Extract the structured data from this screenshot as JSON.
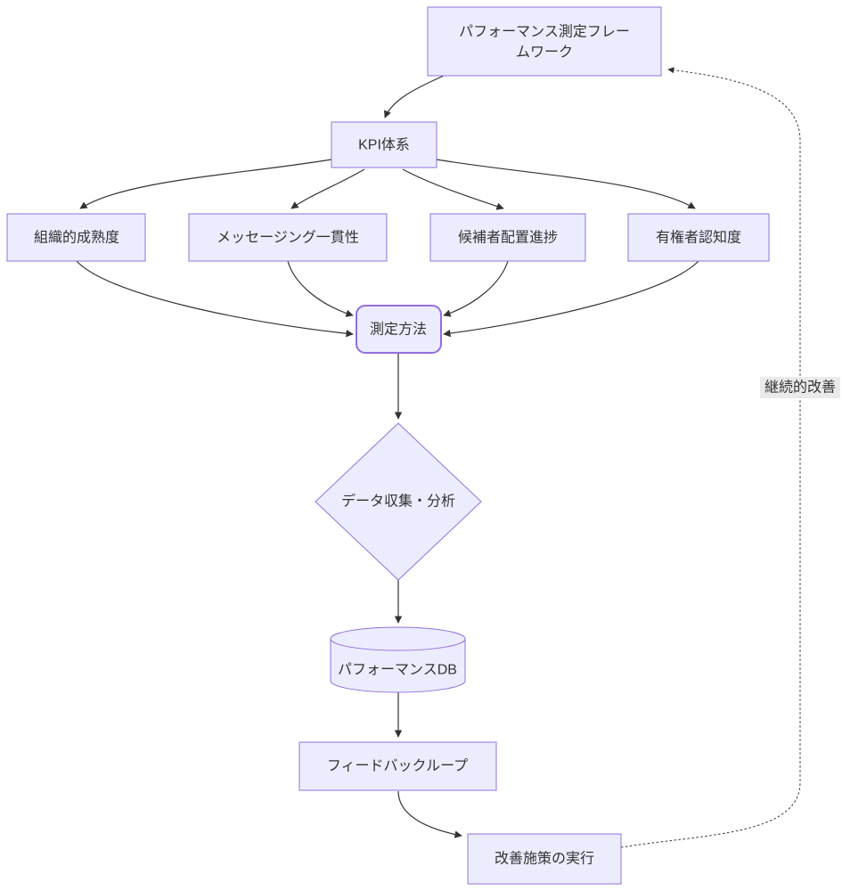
{
  "diagram": {
    "type": "flowchart",
    "nodes": {
      "framework": {
        "line1": "パフォーマンス測定フレー",
        "line2": "ムワーク"
      },
      "kpi": {
        "label": "KPI体系"
      },
      "maturity": {
        "label": "組織的成熟度"
      },
      "messaging": {
        "label": "メッセージング一貫性"
      },
      "candidate": {
        "label": "候補者配置進捗"
      },
      "voter": {
        "label": "有権者認知度"
      },
      "method": {
        "label": "測定方法"
      },
      "analysis": {
        "label": "データ収集・分析"
      },
      "database": {
        "label": "パフォーマンスDB"
      },
      "feedback": {
        "label": "フィードバックループ"
      },
      "improve": {
        "label": "改善施策の実行"
      }
    },
    "edge_labels": {
      "loop": "継続的改善"
    },
    "colors": {
      "node_fill": "#ECECFF",
      "node_border": "#9370DB",
      "edge": "#333333",
      "text": "#333333",
      "edge_label_bg": "#e8e8e8"
    }
  }
}
